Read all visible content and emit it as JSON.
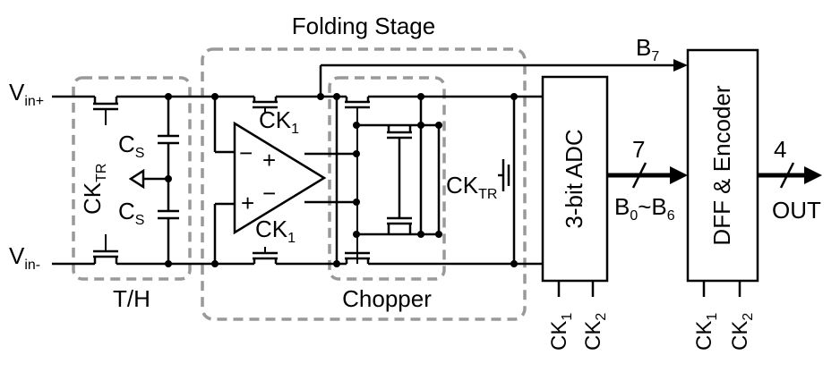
{
  "diagram": {
    "labels": {
      "folding_stage": "Folding Stage",
      "th": "T/H",
      "chopper": "Chopper",
      "adc": "3-bit ADC",
      "dff": "DFF & Encoder",
      "out": "OUT",
      "bits_bus": "B",
      "bits_bus_sub_a": "0",
      "bits_bus_tilde": "~B",
      "bits_bus_sub_b": "6",
      "bus_width_7": "7",
      "bus_width_4": "4",
      "b7": "B",
      "b7_sub": "7"
    },
    "signals": {
      "vin_plus": "V",
      "vin_plus_sub": "in+",
      "vin_minus": "V",
      "vin_minus_sub": "in-",
      "cs": "C",
      "cs_sub": "S",
      "ck": "CK",
      "ck_sub_1": "1",
      "ck_sub_2": "2",
      "ck_sub_tr": "TR"
    },
    "opamp": {
      "plus": "+",
      "minus": "−"
    }
  }
}
